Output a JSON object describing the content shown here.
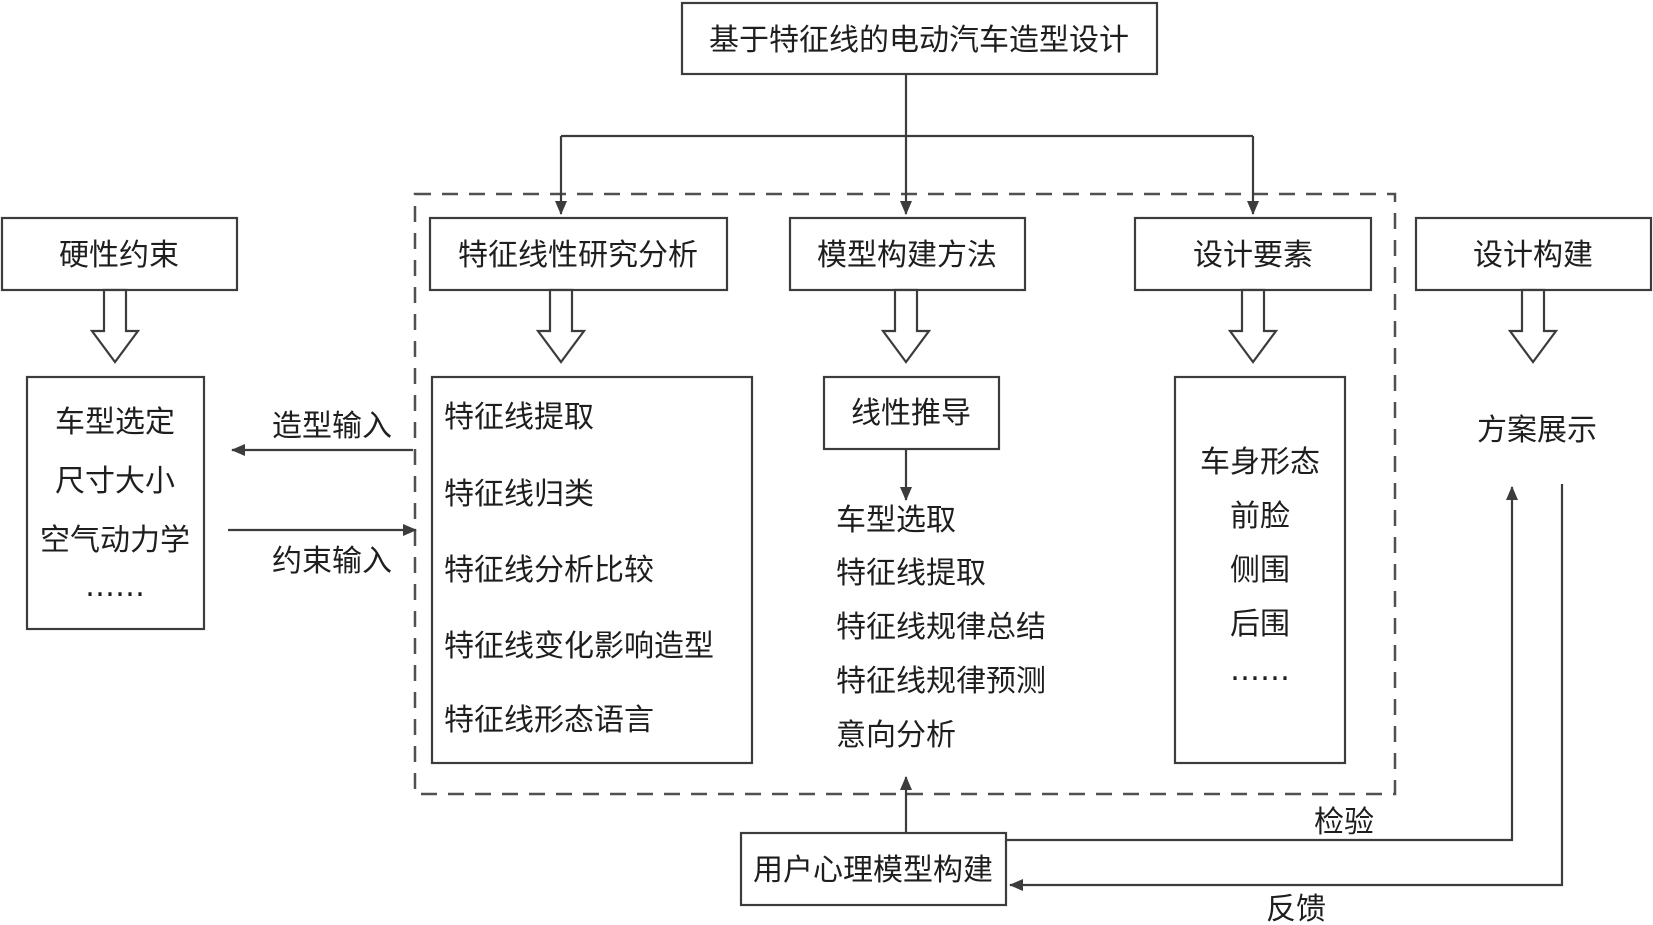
{
  "root": "基于特征线的电动汽车造型设计",
  "left": {
    "title": "硬性约束",
    "items": [
      "车型选定",
      "尺寸大小",
      "空气动力学",
      "……"
    ]
  },
  "edge_labels": {
    "output": "造型输入",
    "input": "约束输入",
    "check": "检验",
    "feedback": "反馈"
  },
  "col1": {
    "title": "特征线性研究分析",
    "items": [
      "特征线提取",
      "特征线归类",
      "特征线分析比较",
      "特征线变化影响造型",
      "特征线形态语言"
    ]
  },
  "col2": {
    "title": "模型构建方法",
    "sub": "线性推导",
    "items": [
      "车型选取",
      "特征线提取",
      "特征线规律总结",
      "特征线规律预测",
      "意向分析"
    ]
  },
  "col3": {
    "title": "设计要素",
    "items": [
      "车身形态",
      "前脸",
      "侧围",
      "后围",
      "……"
    ]
  },
  "right": {
    "title": "设计构建",
    "result": "方案展示"
  },
  "bottom": "用户心理模型构建"
}
